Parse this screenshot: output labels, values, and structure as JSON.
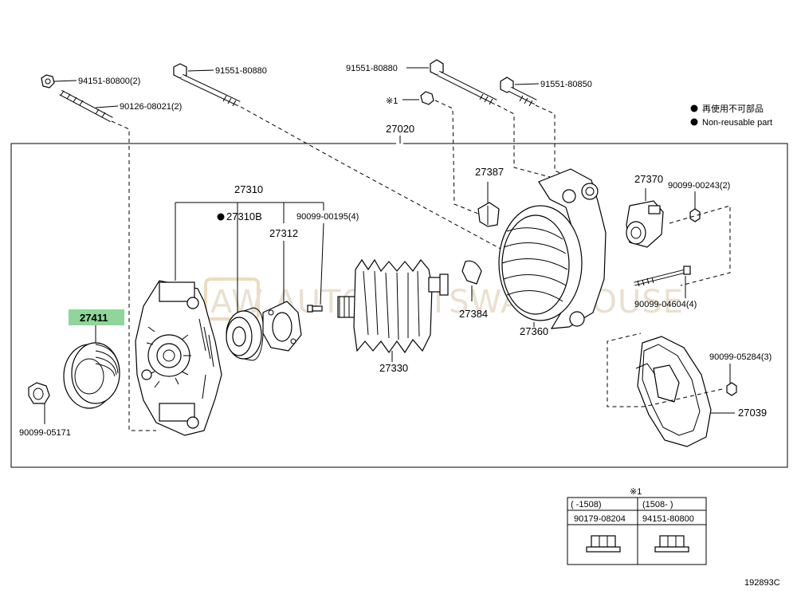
{
  "diagram": {
    "drawing_number": "192893C",
    "watermark": "AW AUTOPARTSWAREHOUSE",
    "legend": {
      "jp": "再使用不可部品",
      "en": "Non-reusable part"
    },
    "labels": {
      "p94151_top": "94151-80800(2)",
      "p90126": "90126-08021(2)",
      "p91551_a": "91551-80880",
      "p91551_b": "91551-80880",
      "p91551_c": "91551-80850",
      "mark1_top": "※1",
      "p27020": "27020",
      "p27387": "27387",
      "p27370": "27370",
      "p90099_00243": "90099-00243(2)",
      "p27310": "27310",
      "p27310B": "27310B",
      "p90099_00195": "90099-00195(4)",
      "p27312": "27312",
      "p27384": "27384",
      "p27360": "27360",
      "p90099_04604": "90099-04604(4)",
      "p27411": "27411",
      "p27330": "27330",
      "p90099_05284": "90099-05284(3)",
      "p27039": "27039",
      "p90099_05171": "90099-05171"
    },
    "table": {
      "mark": "※1",
      "headers": [
        "(    -1508)",
        "(1508-     )"
      ],
      "parts": [
        "90179-08204",
        "94151-80800"
      ]
    }
  }
}
